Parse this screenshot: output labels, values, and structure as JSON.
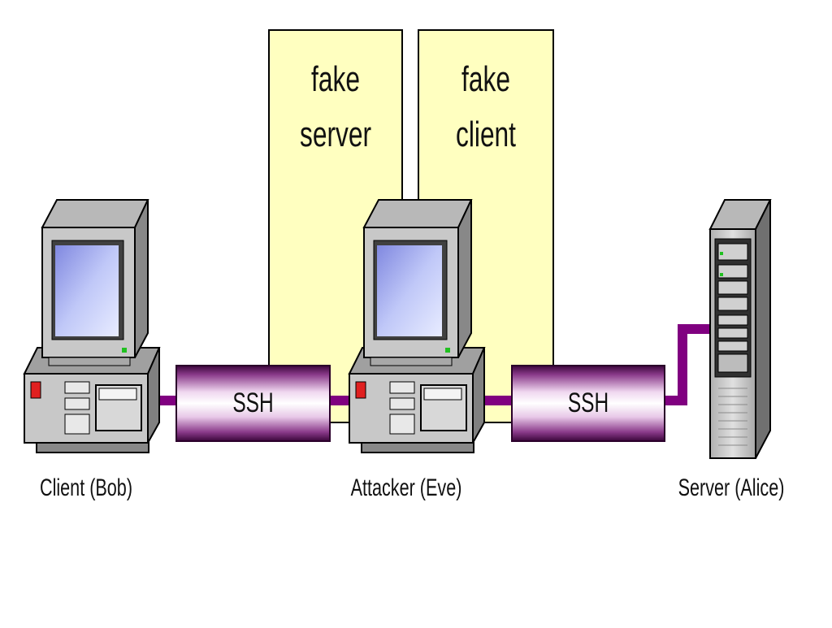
{
  "panels": {
    "fake_server": "fake\nserver",
    "fake_client": "fake\nclient"
  },
  "tunnels": {
    "left": "SSH",
    "right": "SSH"
  },
  "nodes": {
    "client": "Client (Bob)",
    "attacker": "Attacker (Eve)",
    "server": "Server (Alice)"
  },
  "colors": {
    "panel_fill": "#ffffc0",
    "link": "#800080",
    "tunnel_dark": "#4a0a4a",
    "tunnel_light": "#ffffff",
    "screen": "#aab0f0",
    "case": "#c8c8c8",
    "led_red": "#e02020",
    "led_green": "#20c020"
  },
  "icons": {
    "client": "desktop-computer-icon",
    "attacker": "desktop-computer-icon",
    "server": "tower-server-icon"
  }
}
